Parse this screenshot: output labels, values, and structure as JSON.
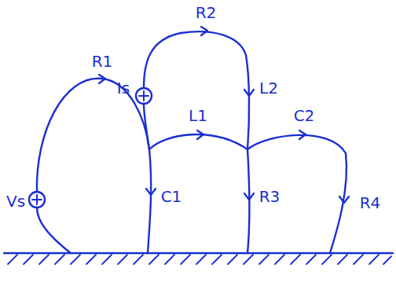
{
  "diagram": {
    "labels": [
      "R2",
      "Is",
      "R1",
      "L1",
      "L2",
      "C2",
      "Vs",
      "C1",
      "R3",
      "R4"
    ]
  }
}
